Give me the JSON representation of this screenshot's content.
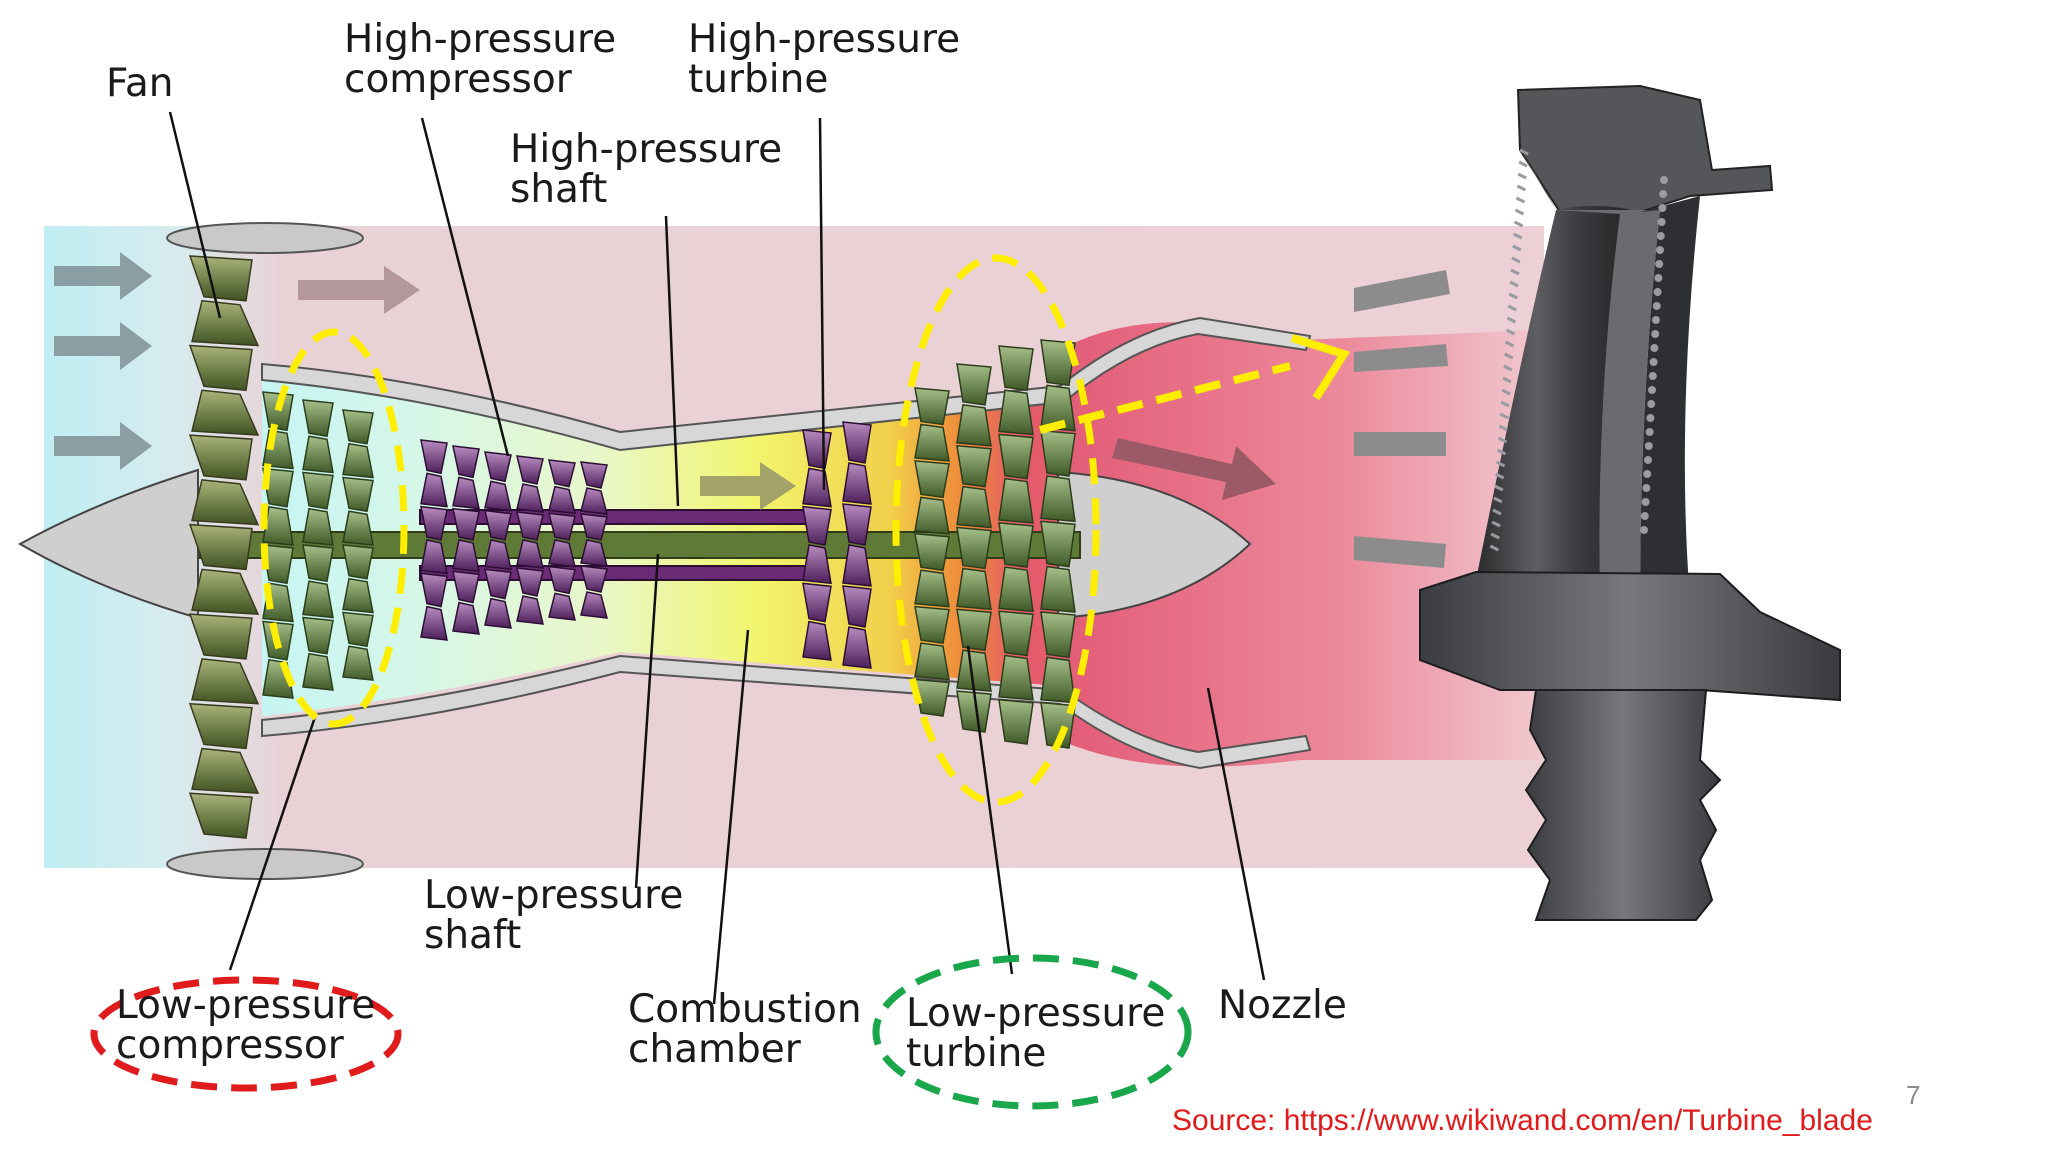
{
  "labels": {
    "fan": "Fan",
    "hp_compressor": "High-pressure compressor",
    "hp_turbine": "High-pressure turbine",
    "hp_shaft": "High-pressure shaft",
    "lp_shaft": "Low-pressure shaft",
    "combustion_chamber": "Combustion chamber",
    "lp_compressor": "Low-pressure compressor",
    "lp_turbine": "Low-pressure turbine",
    "nozzle": "Nozzle"
  },
  "lines": {
    "hp_compressor": [
      "High-pressure",
      "compressor"
    ],
    "hp_turbine": [
      "High-pressure",
      "turbine"
    ],
    "hp_shaft": [
      "High-pressure",
      "shaft"
    ],
    "lp_shaft": [
      "Low-pressure",
      "shaft"
    ],
    "combustion_chamber": [
      "Combustion",
      "chamber"
    ],
    "lp_compressor": [
      "Low-pressure",
      "compressor"
    ],
    "lp_turbine": [
      "Low-pressure",
      "turbine"
    ]
  },
  "source": "Source: https://www.wikiwand.com/en/Turbine_blade",
  "slide_number": "7",
  "colors": {
    "highlight_yellow": "#ffee00",
    "highlight_red": "#e01b1b",
    "highlight_green": "#1aa64a",
    "intake_blue": "#bdeef2",
    "exhaust_pink": "#e8c8ce",
    "blade_green": "#6f8a45",
    "blade_purple": "#7b3d86"
  }
}
